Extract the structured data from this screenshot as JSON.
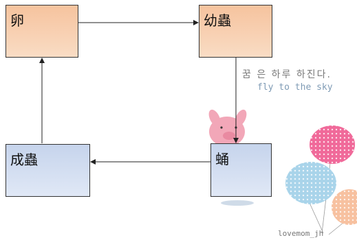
{
  "nodes": {
    "egg": "卵",
    "larva": "幼蟲",
    "pupa": "蛹",
    "adult": "成蟲"
  },
  "decoration": {
    "tagline_korean": "꿈 은  하루 하진다.",
    "tagline_english": "fly to the sky",
    "credit": "lovemom_jh"
  },
  "colors": {
    "orange_node": "#f6c39e",
    "blue_node": "#c6d4ec",
    "balloon_pink": "#f06a9a",
    "balloon_blue": "#a9d4ea",
    "balloon_peach": "#f7c1a0",
    "pig": "#f2a7b8"
  }
}
